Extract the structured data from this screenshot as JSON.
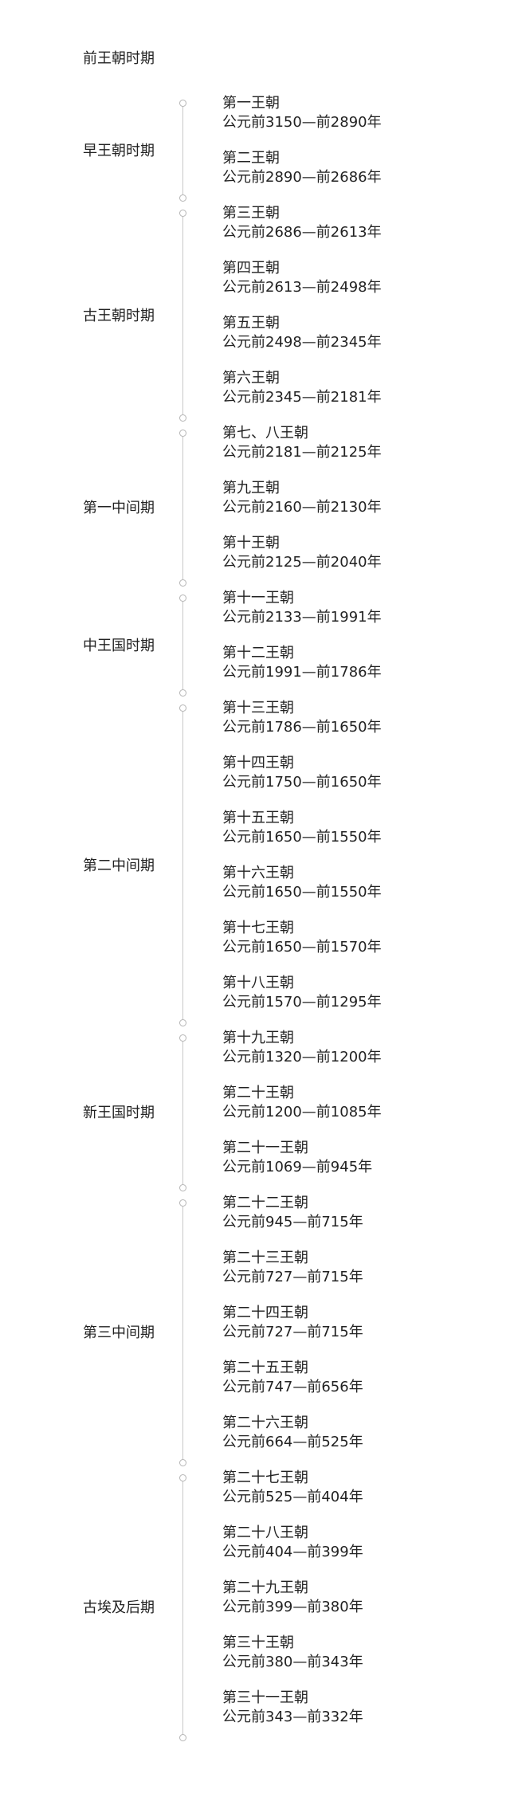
{
  "pre_period": "前王朝时期",
  "groups": [
    {
      "label": "早王朝时期",
      "dynasties": [
        {
          "name": "第一王朝",
          "dates": "公元前3150—前2890年"
        },
        {
          "name": "第二王朝",
          "dates": "公元前2890—前2686年"
        }
      ]
    },
    {
      "label": "古王朝时期",
      "dynasties": [
        {
          "name": "第三王朝",
          "dates": "公元前2686—前2613年"
        },
        {
          "name": "第四王朝",
          "dates": "公元前2613—前2498年"
        },
        {
          "name": "第五王朝",
          "dates": "公元前2498—前2345年"
        },
        {
          "name": "第六王朝",
          "dates": "公元前2345—前2181年"
        }
      ]
    },
    {
      "label": "第一中间期",
      "dynasties": [
        {
          "name": "第七、八王朝",
          "dates": "公元前2181—前2125年"
        },
        {
          "name": "第九王朝",
          "dates": "公元前2160—前2130年"
        },
        {
          "name": "第十王朝",
          "dates": "公元前2125—前2040年"
        }
      ]
    },
    {
      "label": "中王国时期",
      "dynasties": [
        {
          "name": "第十一王朝",
          "dates": "公元前2133—前1991年"
        },
        {
          "name": "第十二王朝",
          "dates": "公元前1991—前1786年"
        }
      ]
    },
    {
      "label": "第二中间期",
      "dynasties": [
        {
          "name": "第十三王朝",
          "dates": "公元前1786—前1650年"
        },
        {
          "name": "第十四王朝",
          "dates": "公元前1750—前1650年"
        },
        {
          "name": "第十五王朝",
          "dates": "公元前1650—前1550年"
        },
        {
          "name": "第十六王朝",
          "dates": "公元前1650—前1550年"
        },
        {
          "name": "第十七王朝",
          "dates": "公元前1650—前1570年"
        },
        {
          "name": "第十八王朝",
          "dates": "公元前1570—前1295年"
        }
      ]
    },
    {
      "label": "新王国时期",
      "dynasties": [
        {
          "name": "第十九王朝",
          "dates": "公元前1320—前1200年"
        },
        {
          "name": "第二十王朝",
          "dates": "公元前1200—前1085年"
        },
        {
          "name": "第二十一王朝",
          "dates": "公元前1069—前945年"
        }
      ]
    },
    {
      "label": "第三中间期",
      "dynasties": [
        {
          "name": "第二十二王朝",
          "dates": "公元前945—前715年"
        },
        {
          "name": "第二十三王朝",
          "dates": "公元前727—前715年"
        },
        {
          "name": "第二十四王朝",
          "dates": "公元前727—前715年"
        },
        {
          "name": "第二十五王朝",
          "dates": "公元前747—前656年"
        },
        {
          "name": "第二十六王朝",
          "dates": "公元前664—前525年"
        }
      ]
    },
    {
      "label": "古埃及后期",
      "dynasties": [
        {
          "name": "第二十七王朝",
          "dates": "公元前525—前404年"
        },
        {
          "name": "第二十八王朝",
          "dates": "公元前404—前399年"
        },
        {
          "name": "第二十九王朝",
          "dates": "公元前399—前380年"
        },
        {
          "name": "第三十王朝",
          "dates": "公元前380—前343年"
        },
        {
          "name": "第三十一王朝",
          "dates": "公元前343—前332年"
        }
      ]
    }
  ],
  "colors": {
    "line": "#c8c8c8",
    "text": "#222222",
    "background": "#ffffff"
  }
}
